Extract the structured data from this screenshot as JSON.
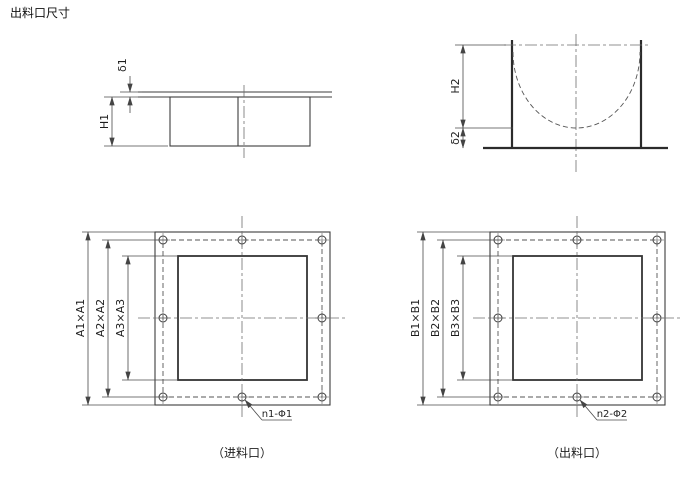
{
  "title": "出料口尺寸",
  "inlet_side_view": {
    "thickness_label": "δ1",
    "height_label": "H1"
  },
  "outlet_side_view": {
    "height_label": "H2",
    "thickness_label": "δ2"
  },
  "inlet_flange": {
    "outer_dim": "A1×A1",
    "bolt_circle_dim": "A2×A2",
    "opening_dim": "A3×A3",
    "hole_callout": "n1-Φ1",
    "caption": "（进料口）"
  },
  "outlet_flange": {
    "outer_dim": "B1×B1",
    "bolt_circle_dim": "B2×B2",
    "opening_dim": "B3×B3",
    "hole_callout": "n2-Φ2",
    "caption": "（出料口）"
  }
}
